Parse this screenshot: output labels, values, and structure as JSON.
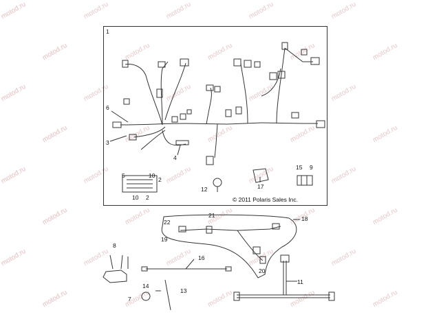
{
  "copyright": "© 2011 Polaris Sales Inc.",
  "watermark": "motod.ru",
  "callouts": [
    "1",
    "2",
    "2",
    "3",
    "4",
    "5",
    "6",
    "7",
    "8",
    "9",
    "10",
    "10",
    "11",
    "12",
    "13",
    "14",
    "15",
    "16",
    "17",
    "18",
    "19",
    "20",
    "21",
    "22"
  ],
  "colors": {
    "line": "#333333",
    "watermark": "#e6c9c9"
  }
}
